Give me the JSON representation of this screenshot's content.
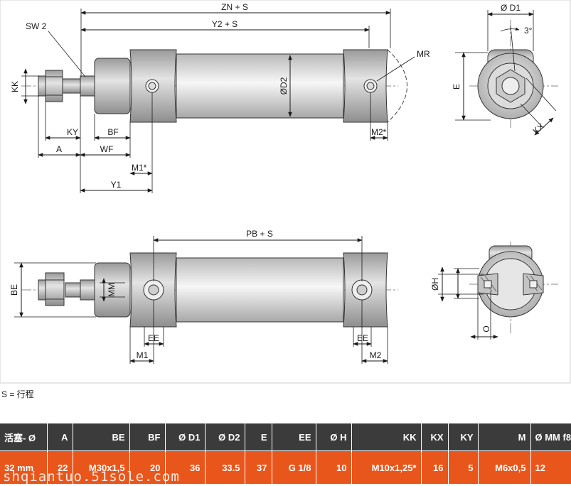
{
  "labels": {
    "zn": "ZN + S",
    "y2": "Y2 + S",
    "sw2": "SW 2",
    "mr": "MR",
    "kk": "KK",
    "od2": "ØD2",
    "ky": "KY",
    "bf": "BF",
    "a": "A",
    "wf": "WF",
    "m2s": "M2*",
    "m1s": "M1*",
    "y1": "Y1",
    "od1": "Ø D1",
    "deg3": "3°",
    "e": "E",
    "kx": "KX",
    "pb": "PB + S",
    "be": "BE",
    "mm": "MM",
    "ee": "EE",
    "m1": "M1",
    "m2": "M2",
    "oh": "ØH",
    "o": "O"
  },
  "note": "S = 行程",
  "table": {
    "headers": [
      "活塞- Ø",
      "A",
      "BE",
      "BF",
      "Ø D1",
      "Ø D2",
      "E",
      "EE",
      "Ø H",
      "KK",
      "KX",
      "KY",
      "M",
      "Ø MM f8"
    ],
    "rows": [
      [
        "32 mm",
        "22",
        "M30x1,5",
        "20",
        "36",
        "33.5",
        "37",
        "G 1/8",
        "10",
        "M10x1,25*",
        "16",
        "5",
        "M6x0,5",
        "12"
      ]
    ]
  },
  "watermark": "shqiantuo.51sole.com"
}
